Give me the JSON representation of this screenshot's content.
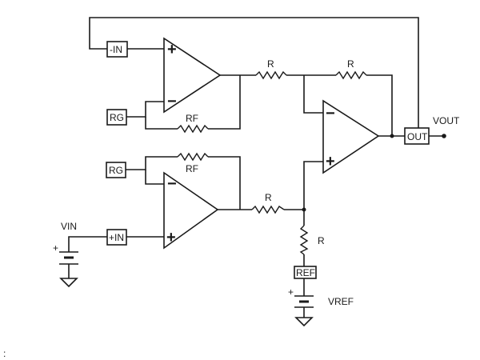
{
  "pins": {
    "neg_in": "-IN",
    "pos_in": "+IN",
    "rg_top": "RG",
    "rg_bottom": "RG",
    "out": "OUT",
    "ref": "REF"
  },
  "resistors": {
    "rf_top": "RF",
    "rf_bottom": "RF",
    "r_a": "R",
    "r_b": "R",
    "r_c": "R",
    "r_d": "R"
  },
  "signals": {
    "vin": "VIN",
    "vout": "VOUT",
    "vref": "VREF"
  },
  "polarity": {
    "plus": "+",
    "minus": "−"
  },
  "corner_mark": ":"
}
